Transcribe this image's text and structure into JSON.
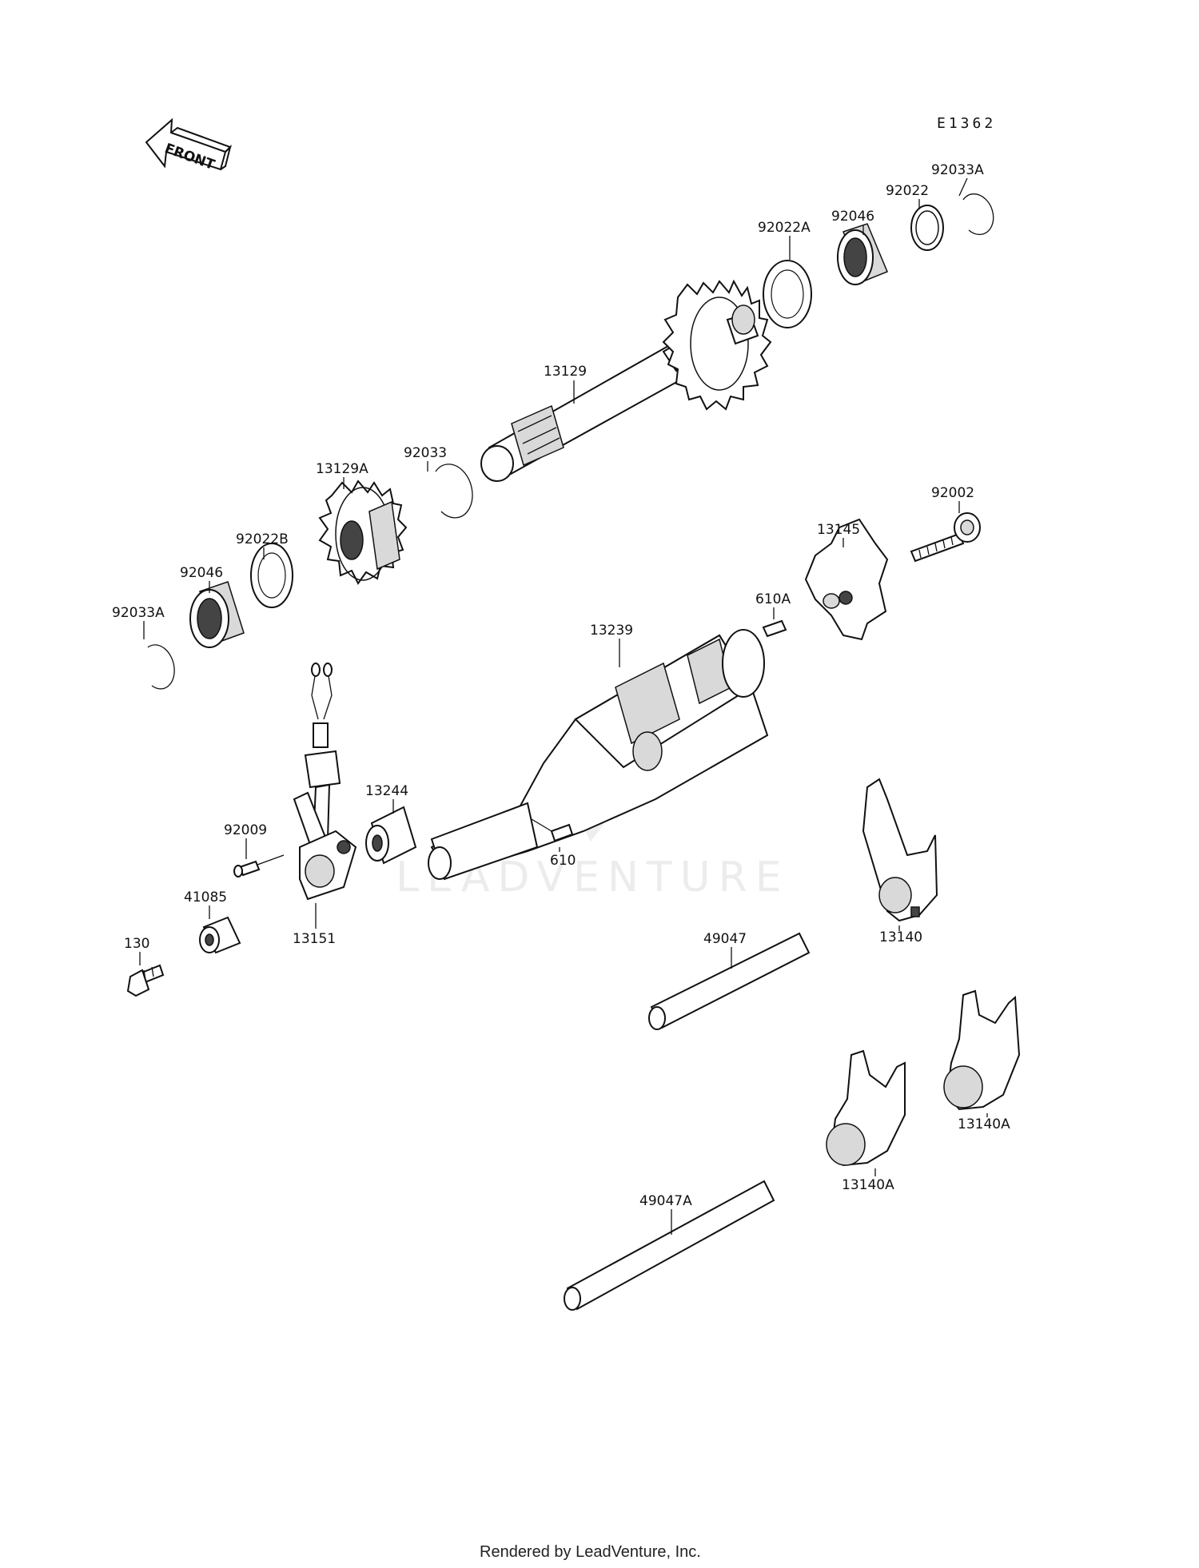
{
  "diagram_code": "E1362",
  "front_arrow": {
    "label": "FRONT",
    "icon": "front-arrow-icon"
  },
  "watermark": "LEADVENTURE",
  "footer": "Rendered by LeadVenture, Inc.",
  "parts": {
    "p92033A_top": "92033A",
    "p92022_top": "92022",
    "p92046_top": "92046",
    "p92022A": "92022A",
    "p13129": "13129",
    "p92033": "92033",
    "p13129A": "13129A",
    "p92022B": "92022B",
    "p92046_left": "92046",
    "p92033A_left": "92033A",
    "p92002": "92002",
    "p13145": "13145",
    "p610A": "610A",
    "p13239": "13239",
    "p13244": "13244",
    "p610": "610",
    "p92009": "92009",
    "p41085": "41085",
    "p13151": "13151",
    "p130": "130",
    "p13140": "13140",
    "p49047": "49047",
    "p13140A_right": "13140A",
    "p13140A_left": "13140A",
    "p49047A": "49047A"
  }
}
